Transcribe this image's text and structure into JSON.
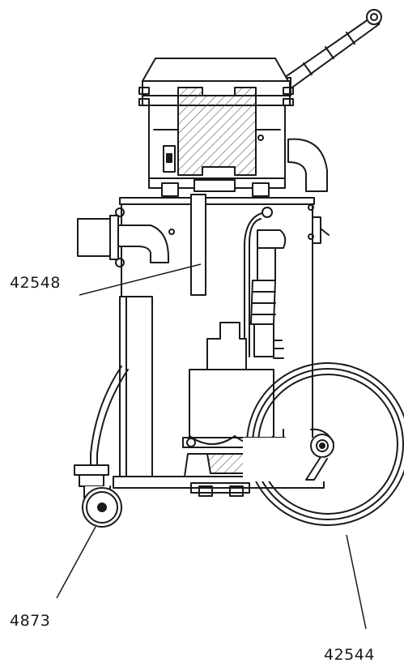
{
  "diagram": {
    "callouts": [
      {
        "id": "hose-tube",
        "label": "42548"
      },
      {
        "id": "front-caster",
        "label": "4873"
      },
      {
        "id": "rear-wheel",
        "label": "42544"
      }
    ],
    "colors": {
      "line": "#1a1a1a",
      "hatch": "#555555",
      "fill": "#ffffff"
    }
  }
}
